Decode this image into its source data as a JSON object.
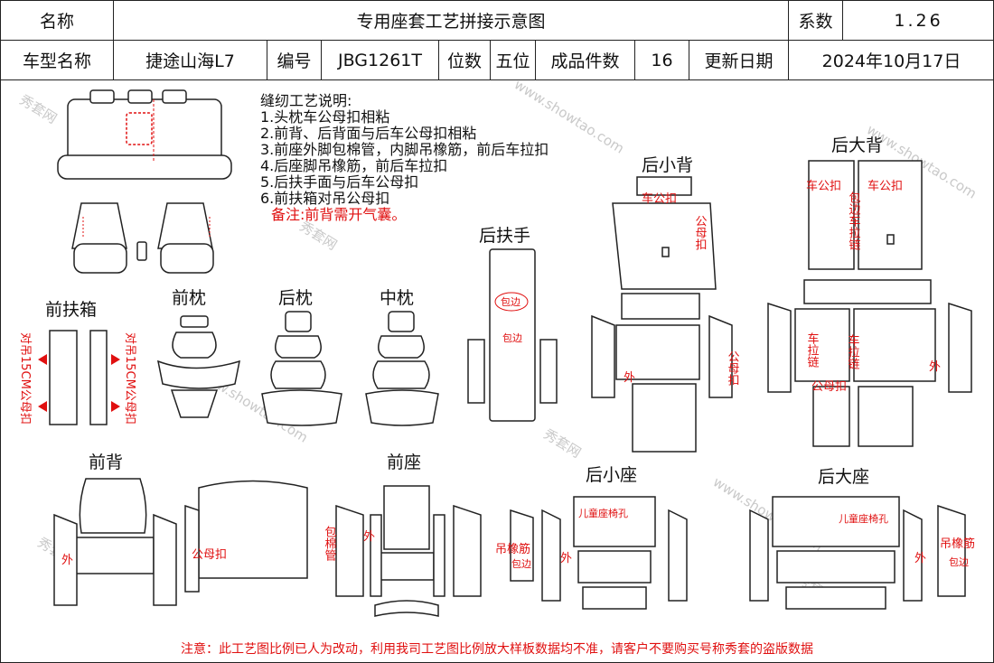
{
  "header": {
    "name_label": "名称",
    "title": "专用座套工艺拼接示意图",
    "coef_label": "系数",
    "coef_value": "1.26",
    "model_label": "车型名称",
    "model_value": "捷途山海L7",
    "code_label": "编号",
    "code_value": "JBG1261T",
    "seats_label": "位数",
    "seats_value": "五位",
    "pieces_label": "成品件数",
    "pieces_value": "16",
    "date_label": "更新日期",
    "date_value": "2024年10月17日"
  },
  "notes": {
    "title": "缝纫工艺说明:",
    "items": [
      "1.头枕车公母扣相粘",
      "2.前背、后背面与后车公母扣相粘",
      "3.前座外脚包棉管，内脚吊橡筋，前后车拉扣",
      "4.后座脚吊橡筋，前后车拉扣",
      "5.后扶手面与后车公母扣",
      "6.前扶箱对吊公母扣"
    ],
    "remark": "备注:前背需开气囊。"
  },
  "sections": {
    "front_armbox": "前扶箱",
    "front_headrest": "前枕",
    "rear_headrest": "后枕",
    "middle_headrest": "中枕",
    "rear_armrest": "后扶手",
    "rear_small_back": "后小背",
    "rear_large_back": "后大背",
    "front_back": "前背",
    "front_seat": "前座",
    "rear_small_seat": "后小座",
    "rear_large_seat": "后大座"
  },
  "annotations": {
    "armbox_left": "对吊15CM公母扣",
    "armbox_right": "对吊15CM公母扣",
    "wrap_edge": "包边",
    "male_car": "车公扣",
    "snap": "公母扣",
    "snap_vertical": "公母扣",
    "zipper_vertical": "车拉链",
    "wrap_zipper": "包边车拉链",
    "outer": "外",
    "foam_tube": "包棉管",
    "rubber_band": "吊橡筋",
    "child_seat_hole": "儿童座椅孔"
  },
  "watermark": [
    "秀套网",
    "www.showtao.com"
  ],
  "footer": "注意：此工艺图比例已人为改动，利用我司工艺图比例放大样板数据均不准，请客户不要购买号称秀套的盗版数据",
  "colors": {
    "annotation": "#e01010",
    "line": "#222222",
    "watermark": "#c9c9c9"
  }
}
